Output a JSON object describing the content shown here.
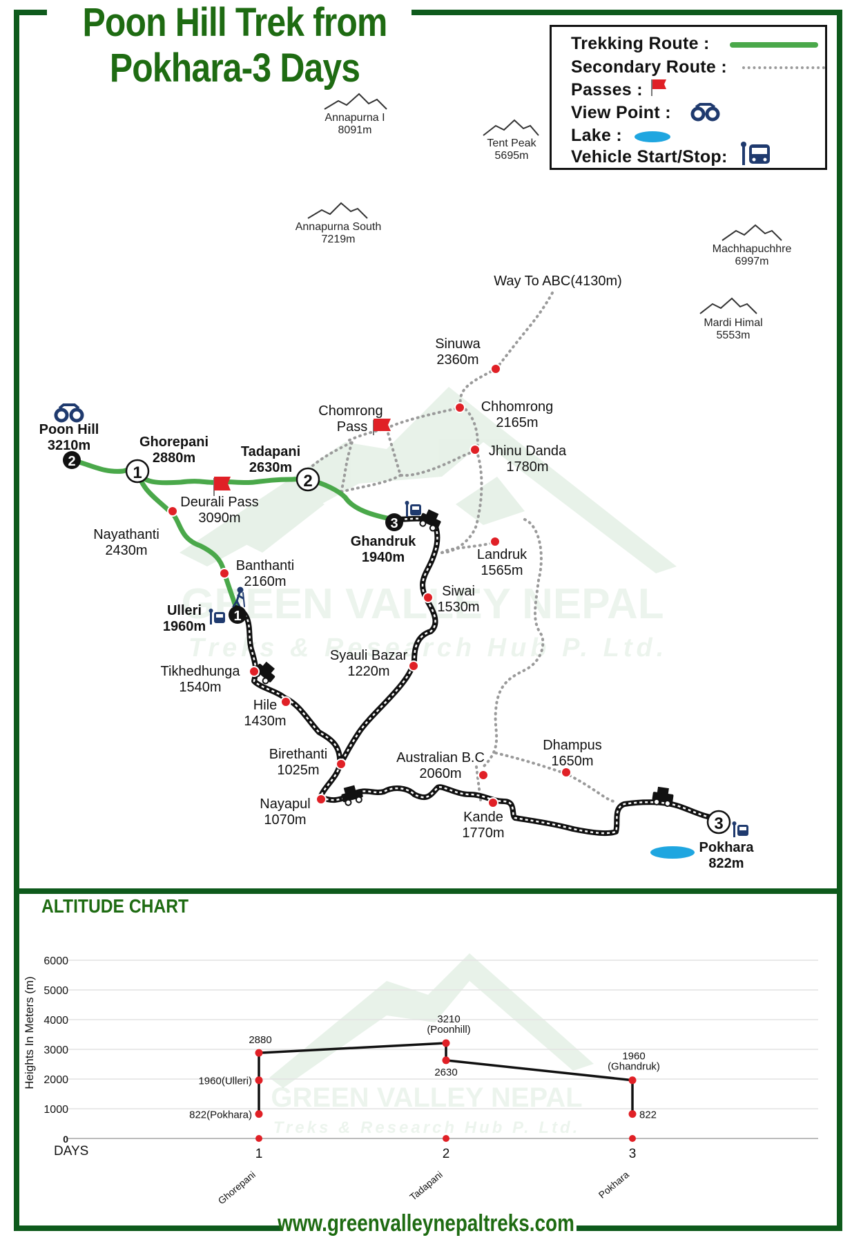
{
  "title": {
    "line1": "Poon Hill Trek from",
    "line2": "Pokhara-3 Days"
  },
  "legend": {
    "trekking": "Trekking Route :",
    "secondary": "Secondary Route :",
    "passes": "Passes :",
    "view": "View Point :",
    "lake": "Lake :",
    "vehicle": "Vehicle Start/Stop:"
  },
  "watermark": {
    "name": "GREEN VALLEY NEPAL",
    "tagline": "Treks & Research Hub P. Ltd."
  },
  "colors": {
    "trek_route": "#4aa84a",
    "title_green": "#1e6b12",
    "border_green": "#0e5a1c",
    "marker_red": "#e02026",
    "lake_blue": "#1fa6e0",
    "icon_navy": "#1f3a6e"
  },
  "mountains": [
    {
      "name": "Annapurna I",
      "height": "8091m"
    },
    {
      "name": "Tent Peak",
      "height": "5695m"
    },
    {
      "name": "Annapurna South",
      "height": "7219m"
    },
    {
      "name": "Machhapuchhre",
      "height": "6997m"
    },
    {
      "name": "Mardi Himal",
      "height": "5553m"
    }
  ],
  "way_to_abc": "Way To ABC(4130m)",
  "places": [
    {
      "name": "Poon Hill",
      "alt": "3210m"
    },
    {
      "name": "Ghorepani",
      "alt": "2880m"
    },
    {
      "name": "Tadapani",
      "alt": "2630m"
    },
    {
      "name": "Chomrong",
      "alt": "Pass"
    },
    {
      "name": "Sinuwa",
      "alt": "2360m"
    },
    {
      "name": "Chhomrong",
      "alt": "2165m"
    },
    {
      "name": "Jhinu Danda",
      "alt": "1780m"
    },
    {
      "name": "Deurali Pass",
      "alt": "3090m"
    },
    {
      "name": "Nayathanti",
      "alt": "2430m"
    },
    {
      "name": "Banthanti",
      "alt": "2160m"
    },
    {
      "name": "Ghandruk",
      "alt": "1940m"
    },
    {
      "name": "Landruk",
      "alt": "1565m"
    },
    {
      "name": "Siwai",
      "alt": "1530m"
    },
    {
      "name": "Ulleri",
      "alt": "1960m"
    },
    {
      "name": "Syauli Bazar",
      "alt": "1220m"
    },
    {
      "name": "Tikhedhunga",
      "alt": "1540m"
    },
    {
      "name": "Hile",
      "alt": "1430m"
    },
    {
      "name": "Birethanti",
      "alt": "1025m"
    },
    {
      "name": "Australian B.C",
      "alt": "2060m"
    },
    {
      "name": "Dhampus",
      "alt": "1650m"
    },
    {
      "name": "Nayapul",
      "alt": "1070m"
    },
    {
      "name": "Kande",
      "alt": "1770m"
    },
    {
      "name": "Pokhara",
      "alt": "822m"
    }
  ],
  "stops": [
    "1",
    "2",
    "3",
    "1",
    "2",
    "3"
  ],
  "chart_title": "ALTITUDE CHART",
  "chart_data": {
    "type": "line",
    "ylabel": "Heights In Meters (m)",
    "xlabel": "DAYS",
    "ylim": [
      0,
      6000
    ],
    "yticks": [
      "0",
      "1000",
      "2000",
      "3000",
      "4000",
      "5000",
      "6000"
    ],
    "days": [
      {
        "day": "1",
        "place": "Ghorepani"
      },
      {
        "day": "2",
        "place": "Tadapani"
      },
      {
        "day": "3",
        "place": "Pokhara"
      }
    ],
    "points": [
      {
        "day": 1,
        "alt": 822,
        "label": "822(Pokhara)"
      },
      {
        "day": 1,
        "alt": 1960,
        "label": "1960(Ulleri)"
      },
      {
        "day": 1,
        "alt": 2880,
        "label": "2880"
      },
      {
        "day": 2,
        "alt": 3210,
        "label": "3210",
        "sublabel": "(Poonhill)"
      },
      {
        "day": 2,
        "alt": 2630,
        "label": "2630"
      },
      {
        "day": 3,
        "alt": 1960,
        "label": "1960",
        "sublabel": "(Ghandruk)"
      },
      {
        "day": 3,
        "alt": 822,
        "label": "822"
      }
    ]
  },
  "footer": "www.greenvalleynepaltreks.com"
}
